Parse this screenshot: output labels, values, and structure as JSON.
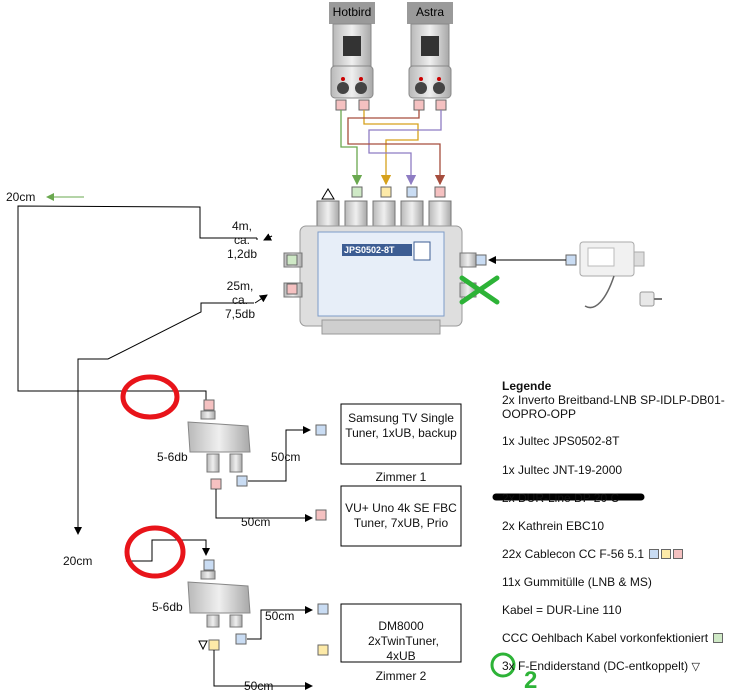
{
  "lnbs": [
    "Hotbird",
    "Astra"
  ],
  "switch_label": "JPS0502-8T",
  "cable_labels": {
    "top_20cm": "20cm",
    "run1": "4m,\nca.\n1,2db",
    "run2": "25m,\nca.\n7,5db",
    "mid_20cm": "20cm",
    "split1_a": "50cm",
    "split1_b": "50cm",
    "split2_a": "50cm",
    "split2_b": "50cm"
  },
  "splitter_loss": [
    "5-6db",
    "5-6db"
  ],
  "receivers": [
    "Samsung TV Single Tuner, 1xUB, backup",
    "VU+ Uno 4k SE FBC Tuner, 7xUB, Prio",
    "DM8000 2xTwinTuner, 4xUB"
  ],
  "rooms": [
    "Zimmer 1",
    "Zimmer 2"
  ],
  "legend": {
    "title": "Legende",
    "items": [
      "2x Inverto Breitband-LNB SP-IDLP-DB01-OOPRO-OPP",
      "1x Jultec JPS0502-8T",
      "1x Jultec JNT-19-2000",
      "2x DUR-Line DP 20 C",
      "2x Kathrein EBC10",
      "22x Cablecon CC F-56 5.1",
      "11x Gummitülle (LNB & MS)",
      "Kabel = DUR-Line 110",
      "CCC Oehlbach Kabel vorkonfektioniert",
      "3x F-Endiderstand (DC-entkoppelt)"
    ]
  },
  "annotation_number": "2",
  "colors": {
    "blue_conn": "#c9dcf3",
    "pink_conn": "#f5c1c1",
    "yellow_conn": "#fdeaa8",
    "green_conn": "#cfe9c6",
    "red_circle": "#e8141a",
    "green_mark": "#2db337",
    "cable_green": "#6aa84f",
    "cable_orange": "#d6a11c",
    "cable_purple": "#8e7cc3",
    "cable_red": "#a64d3d"
  }
}
